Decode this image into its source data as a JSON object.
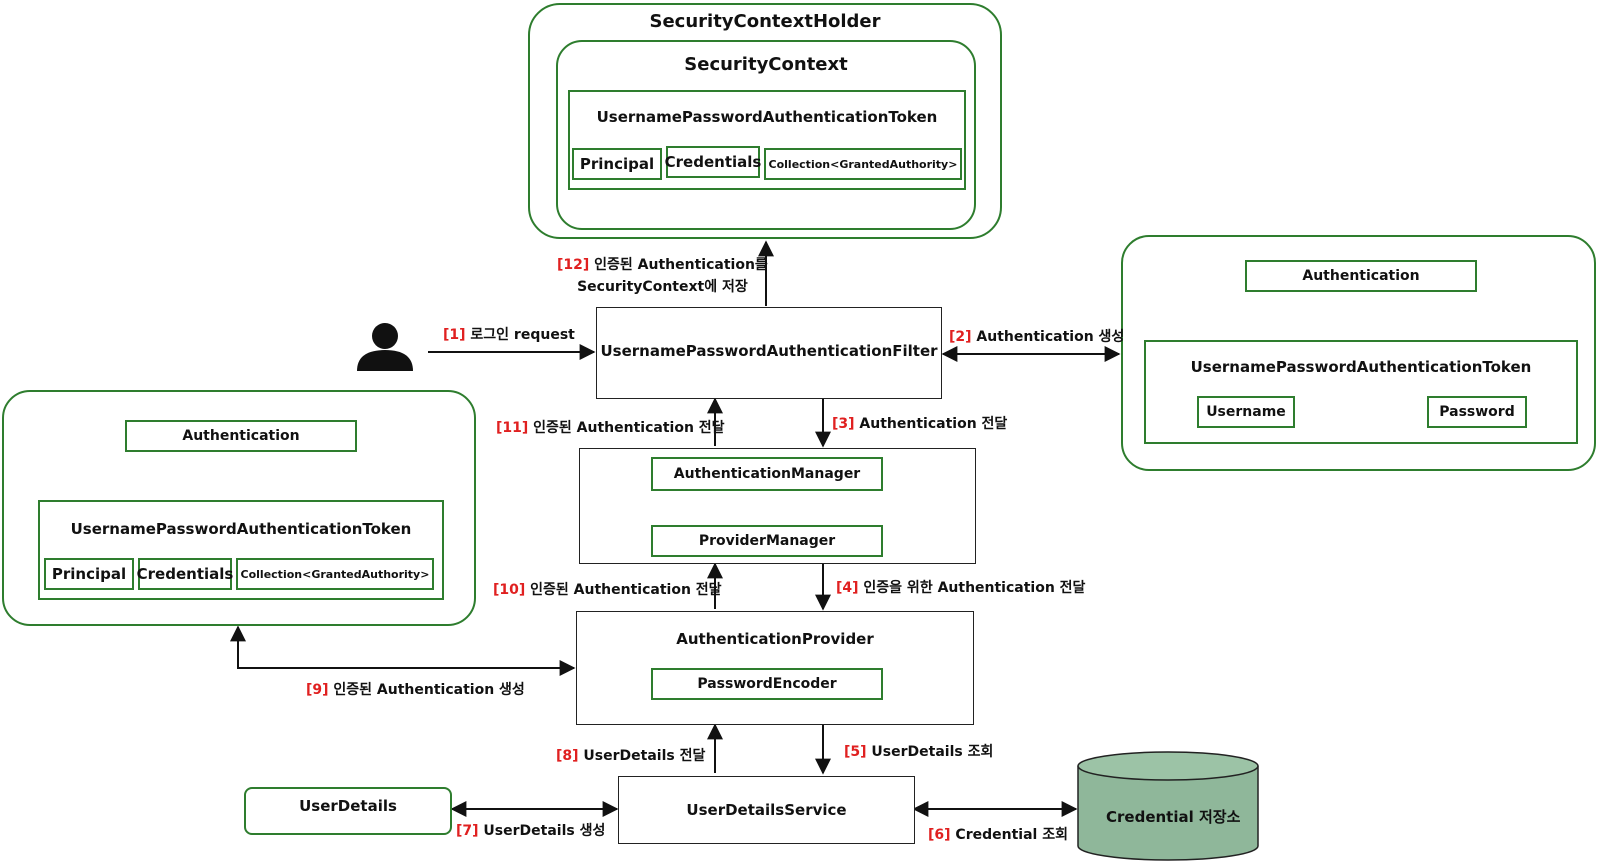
{
  "security_context_holder": {
    "title": "SecurityContextHolder",
    "security_context": {
      "title": "SecurityContext",
      "token": {
        "title": "UsernamePasswordAuthenticationToken",
        "fields": [
          "Principal",
          "Credentials",
          "Collection<GrantedAuthority>"
        ]
      }
    }
  },
  "filter": {
    "label": "UsernamePasswordAuthenticationFilter"
  },
  "manager_box": {
    "manager": "AuthenticationManager",
    "provider_manager": "ProviderManager"
  },
  "provider_box": {
    "title": "AuthenticationProvider",
    "encoder": "PasswordEncoder"
  },
  "user_details_service": {
    "label": "UserDetailsService"
  },
  "user_details": {
    "label": "UserDetails"
  },
  "credential_store": {
    "label": "Credential 저장소"
  },
  "right_panel": {
    "authentication": "Authentication",
    "token": {
      "title": "UsernamePasswordAuthenticationToken",
      "fields": [
        "Username",
        "Password"
      ]
    }
  },
  "left_panel": {
    "authentication": "Authentication",
    "token": {
      "title": "UsernamePasswordAuthenticationToken",
      "fields": [
        "Principal",
        "Credentials",
        "Collection<GrantedAuthority>"
      ]
    }
  },
  "steps": {
    "s1": {
      "num": "[1]",
      "text": " 로그인 request"
    },
    "s2": {
      "num": "[2]",
      "text": " Authentication 생성"
    },
    "s3": {
      "num": "[3]",
      "text": " Authentication 전달"
    },
    "s4": {
      "num": "[4]",
      "text": " 인증을 위한 Authentication 전달"
    },
    "s5": {
      "num": "[5]",
      "text": " UserDetails 조회"
    },
    "s6": {
      "num": "[6]",
      "text": " Credential 조회"
    },
    "s7": {
      "num": "[7]",
      "text": " UserDetails 생성"
    },
    "s8": {
      "num": "[8]",
      "text": " UserDetails 전달"
    },
    "s9": {
      "num": "[9]",
      "text": " 인증된 Authentication 생성"
    },
    "s10": {
      "num": "[10]",
      "text": " 인증된 Authentication 전달"
    },
    "s11": {
      "num": "[11]",
      "text": " 인증된 Authentication 전달"
    },
    "s12": {
      "num": "[12]",
      "text": " 인증된 Authentication를",
      "line2": "SecurityContext에 저장"
    }
  },
  "colors": {
    "border_green": "#2e7d2e",
    "step_red": "#e02020",
    "cylinder": "#8fb79a"
  },
  "icons": {
    "user": "user-icon"
  }
}
